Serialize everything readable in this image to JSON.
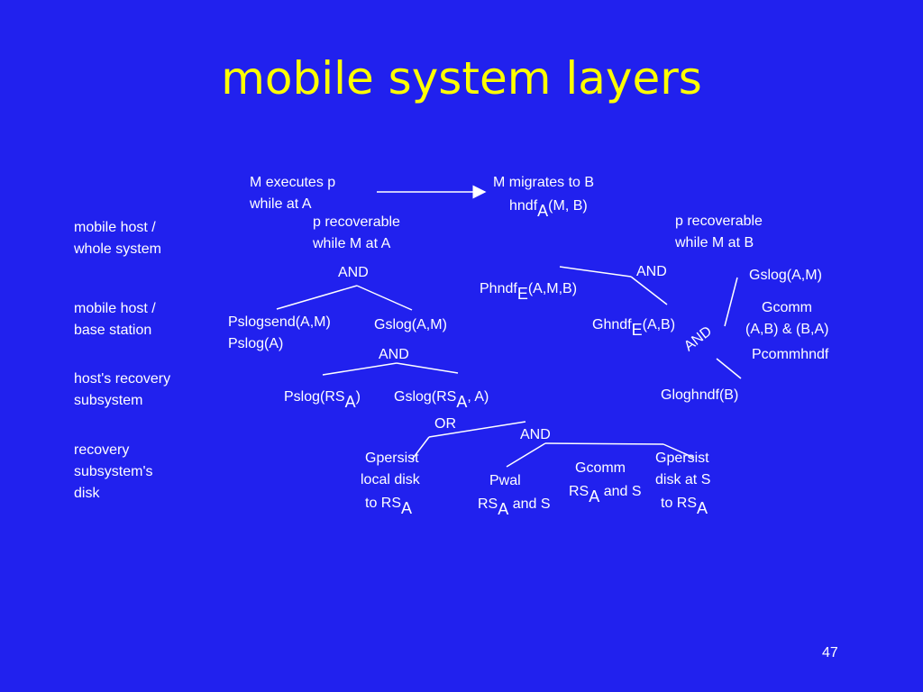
{
  "title": "mobile system layers",
  "page_number": "47",
  "colors": {
    "background": "#2121ee",
    "title": "#ffff00",
    "text": "#ffffff"
  },
  "layers": [
    {
      "line1": "mobile host /",
      "line2": "whole system"
    },
    {
      "line1": "mobile host /",
      "line2": "base station"
    },
    {
      "line1": "host's recovery",
      "line2": "subsystem"
    },
    {
      "line1": "recovery",
      "line2": "subsystem's",
      "line3": "disk"
    }
  ],
  "nodes": {
    "m_exec_1": "M executes p",
    "m_exec_2": "while at A",
    "m_mig_1": "M migrates to B",
    "m_mig_2a": "hndf",
    "m_mig_2sub": "A",
    "m_mig_2b": "(M, B)",
    "p_rec_a1": "p recoverable",
    "p_rec_a2": "while M at A",
    "p_rec_b1": "p recoverable",
    "p_rec_b2": "while M at B",
    "and1": "AND",
    "and2": "AND",
    "and3": "AND",
    "and4": "AND",
    "and5": "AND",
    "or1": "OR",
    "phndf_a": "Phndf",
    "phndf_sub": "E",
    "phndf_b": "(A,M,B)",
    "gslog_am_right": "Gslog(A,M)",
    "gcomm_1": "Gcomm",
    "gcomm_2": "(A,B) & (B,A)",
    "pcommhndf": "Pcommhndf",
    "pslogsend_1": "Pslogsend(A,M)",
    "pslogsend_2": "Pslog(A)",
    "gslog_am_left": "Gslog(A,M)",
    "ghndf_a": "Ghndf",
    "ghndf_sub": "E",
    "ghndf_b": "(A,B)",
    "pslog_rs_a": "Pslog(RS",
    "pslog_rs_sub": "A",
    "pslog_rs_b": ")",
    "gslog_rs_a": "Gslog(RS",
    "gslog_rs_sub": "A",
    "gslog_rs_b": ", A)",
    "gloghndf": "Gloghndf(B)",
    "gpersist_l1": "Gpersist",
    "gpersist_l2": "local disk",
    "gpersist_l3a": "to  RS",
    "gpersist_l3sub": "A",
    "pwal_1": "Pwal",
    "pwal_2a": "RS",
    "pwal_2sub": "A",
    "pwal_2b": " and S",
    "gcomm_rs_1": "Gcomm",
    "gcomm_rs_2a": "RS",
    "gcomm_rs_2sub": "A",
    "gcomm_rs_2b": " and S",
    "gpersist_r1": "Gpersist",
    "gpersist_r2": "disk at S",
    "gpersist_r3a": "to RS",
    "gpersist_r3sub": "A"
  }
}
